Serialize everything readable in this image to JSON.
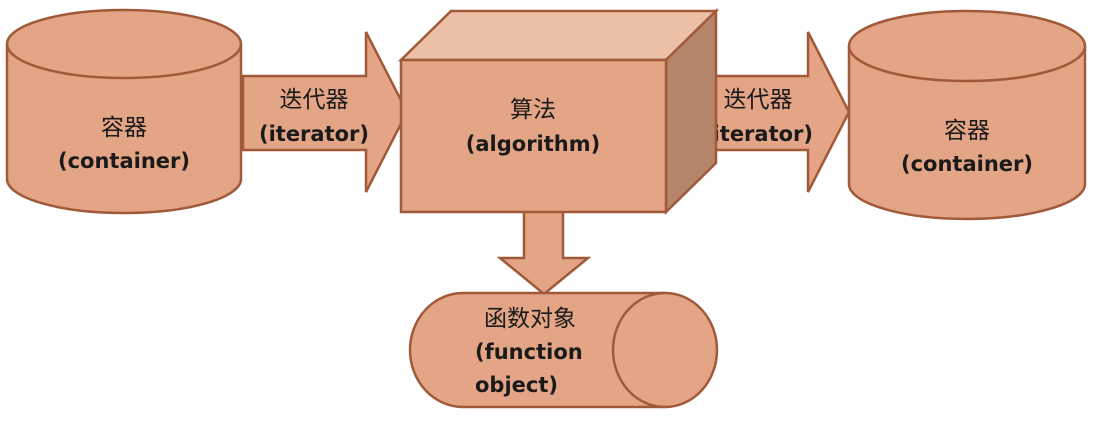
{
  "colors": {
    "fill": "#e3a585",
    "fill_light": "#ebc0a6",
    "fill_dark": "#b5856a",
    "stroke": "#a05a3a",
    "text": "#1a1a1a"
  },
  "diagram": {
    "left_container": {
      "zh": "容器",
      "en": "(container)"
    },
    "left_arrow": {
      "zh": "迭代器",
      "en": "(iterator)"
    },
    "algorithm": {
      "zh": "算法",
      "en": "(algorithm)"
    },
    "right_arrow": {
      "zh": "迭代器",
      "en": "(iterator)"
    },
    "right_container": {
      "zh": "容器",
      "en": "(container)"
    },
    "function_object": {
      "zh": "函数对象",
      "en_line1": "(function",
      "en_line2": "object)"
    }
  }
}
